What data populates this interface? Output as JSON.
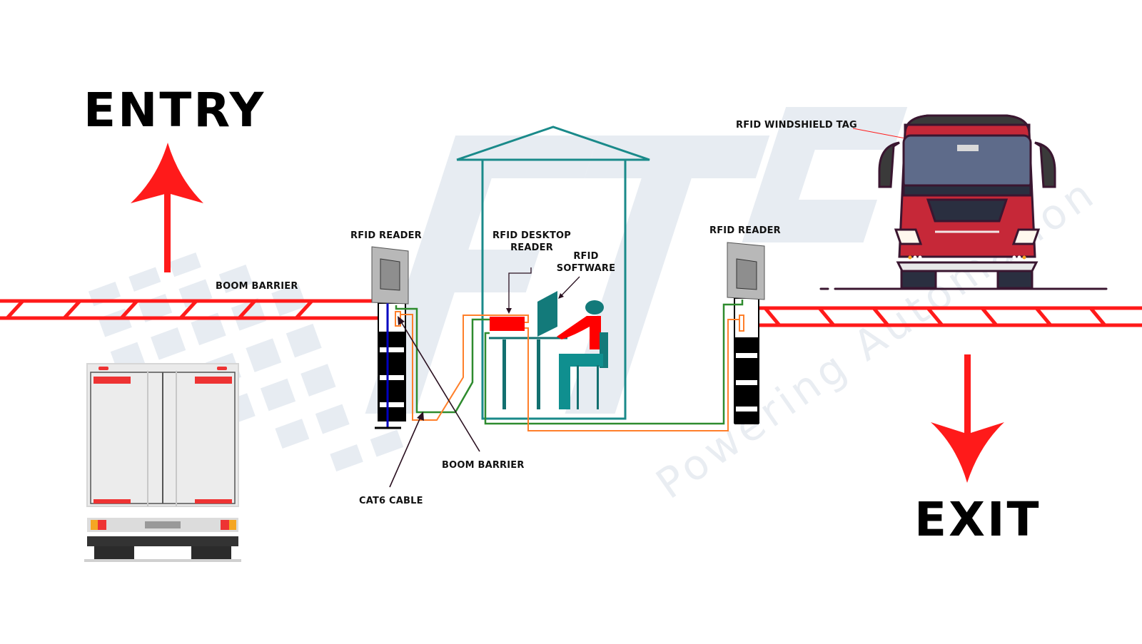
{
  "directions": {
    "entry": "ENTRY",
    "exit": "EXIT"
  },
  "labels": {
    "boom_barrier_top": "BOOM BARRIER",
    "rfid_reader_left": "RFID READER",
    "rfid_reader_right": "RFID READER",
    "rfid_desktop_reader_line1": "RFID DESKTOP",
    "rfid_desktop_reader_line2": "READER",
    "rfid_software_line1": "RFID",
    "rfid_software_line2": "SOFTWARE",
    "rfid_windshield_tag": "RFID WINDSHIELD TAG",
    "boom_barrier_bottom": "BOOM BARRIER",
    "cat6_cable": "CAT6 CABLE"
  },
  "watermark": {
    "logo_text": "ETS",
    "tagline": "Powering Automation"
  },
  "colors": {
    "arrow_red": "#ff1a1a",
    "barrier_red": "#ff1a1a",
    "teal": "#1a8a8a",
    "cable_green": "#2e8b2e",
    "cable_orange": "#ff7f2a",
    "truck_red": "#c62838",
    "truck_outline": "#3a1630",
    "reader_gray": "#b8b8b8",
    "watermark_blue": "#e6ecf3"
  }
}
